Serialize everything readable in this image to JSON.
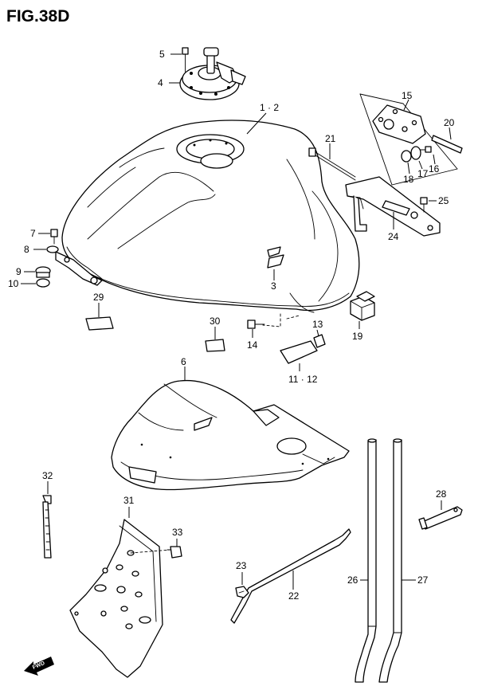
{
  "figure": {
    "title": "FIG.38D",
    "fwd_label": "FWD"
  },
  "callouts": {
    "c1_2": "1 · 2",
    "c3": "3",
    "c4": "4",
    "c5": "5",
    "c6": "6",
    "c7": "7",
    "c8": "8",
    "c9": "9",
    "c10": "10",
    "c11_12": "11 · 12",
    "c13": "13",
    "c14": "14",
    "c15": "15",
    "c16": "16",
    "c17": "17",
    "c18": "18",
    "c19": "19",
    "c20": "20",
    "c21": "21",
    "c22": "22",
    "c23": "23",
    "c24": "24",
    "c25": "25",
    "c26": "26",
    "c27": "27",
    "c28": "28",
    "c29": "29",
    "c30": "30",
    "c31": "31",
    "c32": "32",
    "c33": "33"
  }
}
